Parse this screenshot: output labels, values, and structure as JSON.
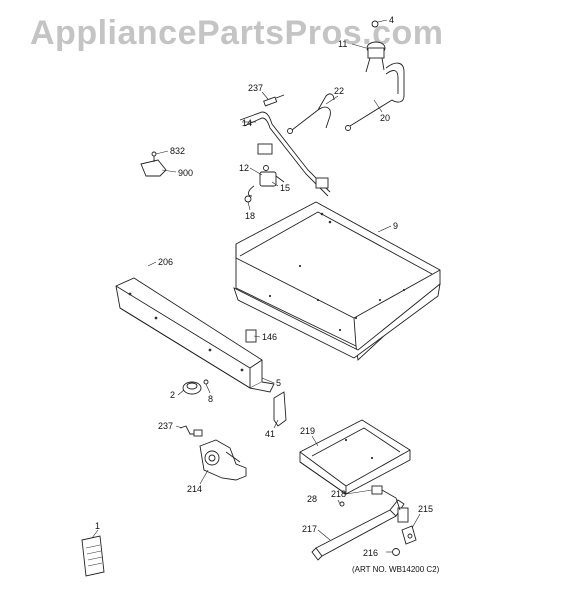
{
  "watermark": "AppliancePartsPros.com",
  "art_number": "(ART NO. WB14200 C2)",
  "parts": {
    "p4": "4",
    "p11": "11",
    "p237a": "237",
    "p22": "22",
    "p14": "14",
    "p20": "20",
    "p832": "832",
    "p900": "900",
    "p12": "12",
    "p15": "15",
    "p18": "18",
    "p9": "9",
    "p206": "206",
    "p146": "146",
    "p2": "2",
    "p8": "8",
    "p5": "5",
    "p237b": "237",
    "p41": "41",
    "p219": "219",
    "p214": "214",
    "p218": "218",
    "p28": "28",
    "p215": "215",
    "p217": "217",
    "p216": "216",
    "p1": "1"
  }
}
